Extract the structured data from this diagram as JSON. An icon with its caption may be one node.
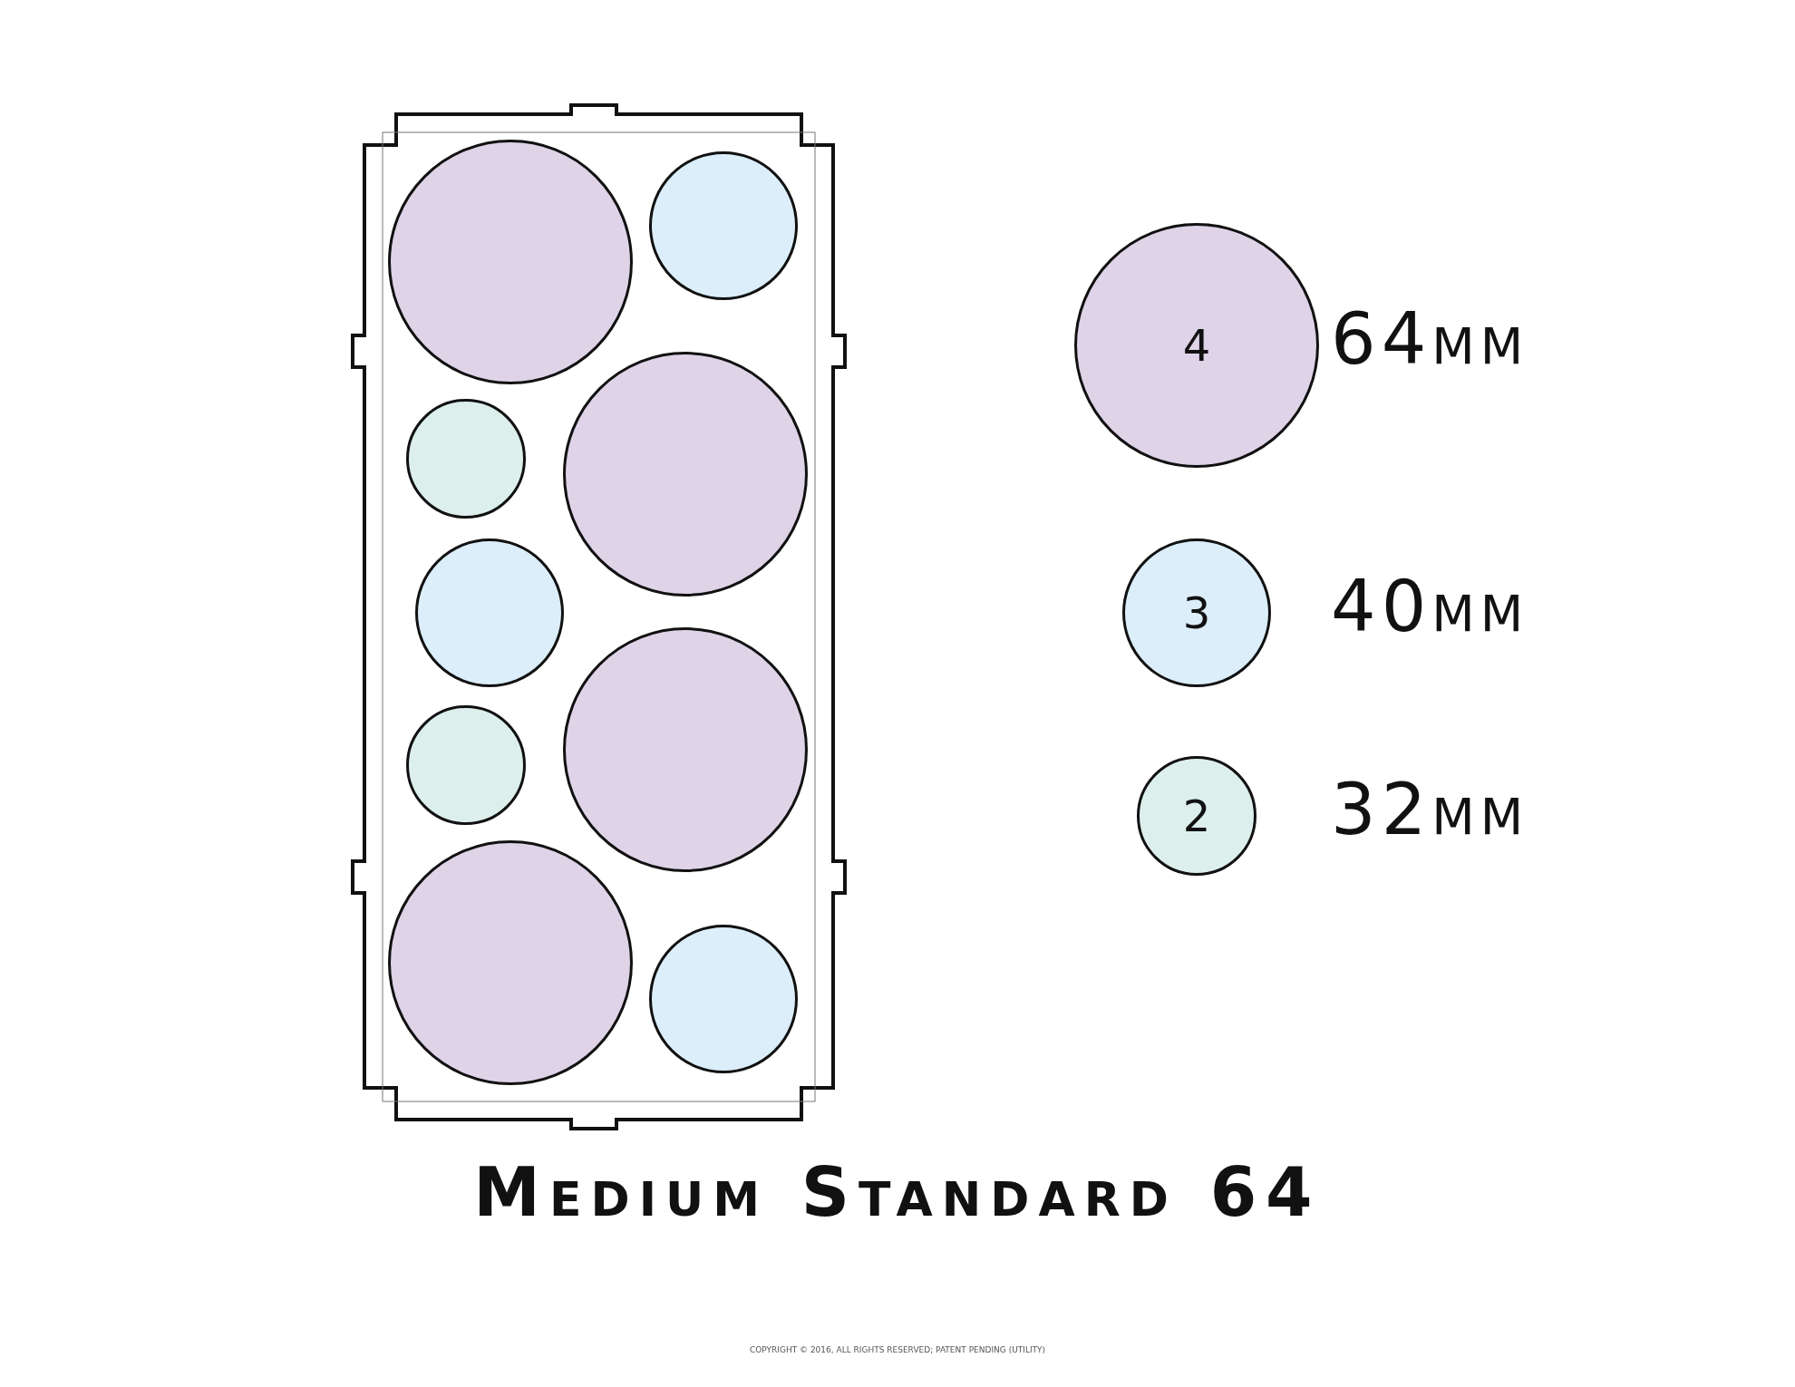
{
  "diagram": {
    "title": "Medium Standard 64",
    "nodes": [
      {
        "text": [],
        "shape": "circle"
      },
      {
        "text": [],
        "shape": "circle"
      },
      {
        "text": [],
        "shape": "circle"
      },
      {
        "text": [],
        "shape": "circle"
      },
      {
        "text": [],
        "shape": "circle"
      },
      {
        "text": [],
        "shape": "circle"
      },
      {
        "text": [],
        "shape": "circle"
      },
      {
        "text": [],
        "shape": "circle"
      },
      {
        "text": [],
        "shape": "circle"
      },
      {
        "text": [
          "4"
        ],
        "beside": [
          "64mm"
        ]
      },
      {
        "text": [
          "3"
        ],
        "beside": [
          "40mm"
        ]
      },
      {
        "text": [
          "2"
        ],
        "beside": [
          "32mm"
        ]
      }
    ],
    "labels": [
      "COPYRIGHT © 2016, ALL RIGHTS RESERVED; PATENT PENDING (UTILITY)"
    ]
  }
}
